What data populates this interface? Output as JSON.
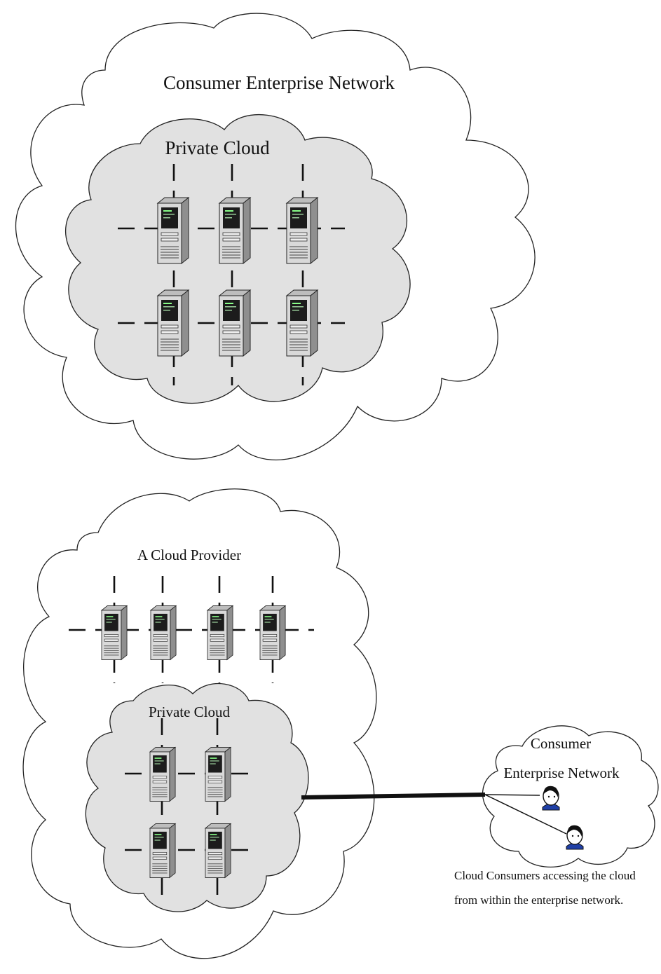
{
  "top": {
    "outer_label": "Consumer Enterprise Network",
    "inner_label": "Private Cloud"
  },
  "bottom": {
    "provider_label": "A Cloud Provider",
    "inner_label": "Private Cloud"
  },
  "consumer": {
    "label_line1": "Consumer",
    "label_line2": "Enterprise Network",
    "caption_line1": "Cloud Consumers accessing the cloud",
    "caption_line2": "from within the enterprise network."
  },
  "icons": {
    "server": "server-icon",
    "user": "user-icon"
  }
}
